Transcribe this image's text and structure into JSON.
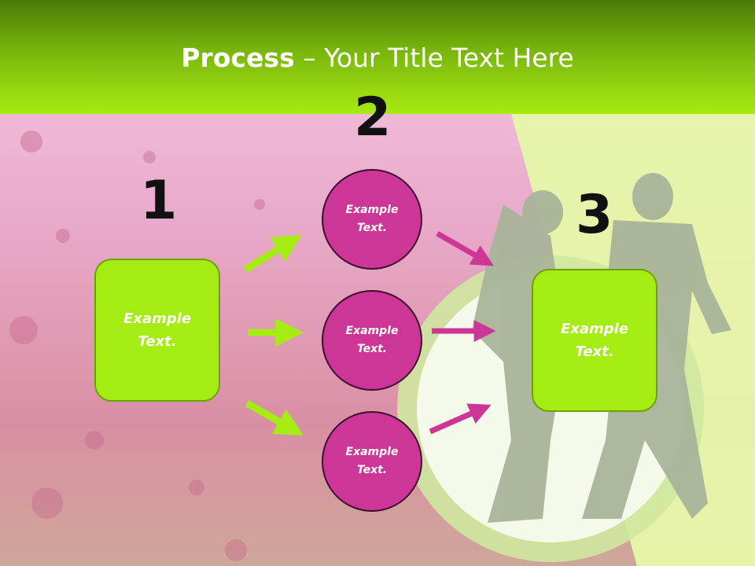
{
  "slide": {
    "title_bold": "Process",
    "title_rest": " – Your Title Text Here"
  },
  "steps": {
    "step1_number": "1",
    "step2_number": "2",
    "step3_number": "3"
  },
  "nodes": {
    "box1_text": "Example Text.",
    "circle_top_text": "Example Text.",
    "circle_mid_text": "Example Text.",
    "circle_bot_text": "Example Text.",
    "box3_text": "Example Text."
  },
  "colors": {
    "header_green": "#a8ea12",
    "box_green": "#a5ec12",
    "circle_magenta": "#cd3597",
    "arrow_green": "#a5ec12",
    "arrow_magenta": "#cd3597"
  }
}
